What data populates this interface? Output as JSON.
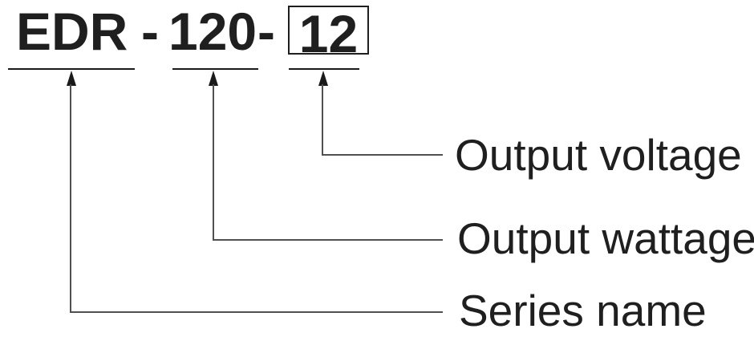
{
  "model_code": {
    "series": "EDR",
    "dash1": "-",
    "wattage": "120",
    "dash2": "-",
    "voltage": "12"
  },
  "callouts": {
    "voltage": "Output voltage",
    "wattage": "Output wattage",
    "series": "Series name"
  },
  "colors": {
    "text": "#1f1f1f",
    "leader_line": "#505050",
    "marker": "#1a1a1a",
    "background": "#ffffff"
  }
}
